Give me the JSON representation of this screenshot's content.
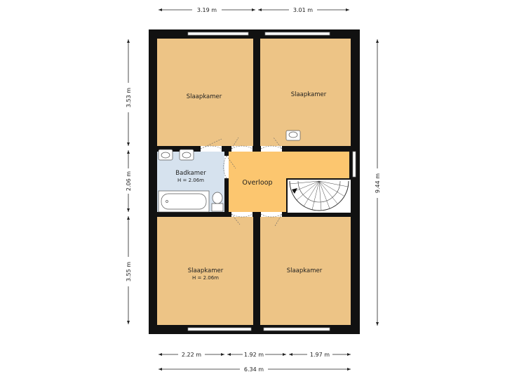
{
  "rooms": {
    "bedroom_top_left": {
      "name": "Slaapkamer"
    },
    "bedroom_top_right": {
      "name": "Slaapkamer"
    },
    "bathroom": {
      "name": "Badkamer",
      "height": "H = 2.06m"
    },
    "landing": {
      "name": "Overloop"
    },
    "bedroom_bottom_left": {
      "name": "Slaapkamer",
      "height": "H = 2.06m"
    },
    "bedroom_bottom_right": {
      "name": "Slaapkamer"
    }
  },
  "dimensions": {
    "top_left": "3.19 m",
    "top_right": "3.01 m",
    "left_upper": "3.53 m",
    "left_middle": "2.06 m",
    "left_lower": "3.55 m",
    "right_total": "9.44 m",
    "bottom_left": "2.22 m",
    "bottom_middle": "1.92 m",
    "bottom_right": "1.97 m",
    "bottom_total": "6.34 m"
  },
  "colors": {
    "bedroom": "#edc486",
    "landing": "#fcc66f",
    "bathroom": "#d6e2ee",
    "wall": "#111111"
  }
}
